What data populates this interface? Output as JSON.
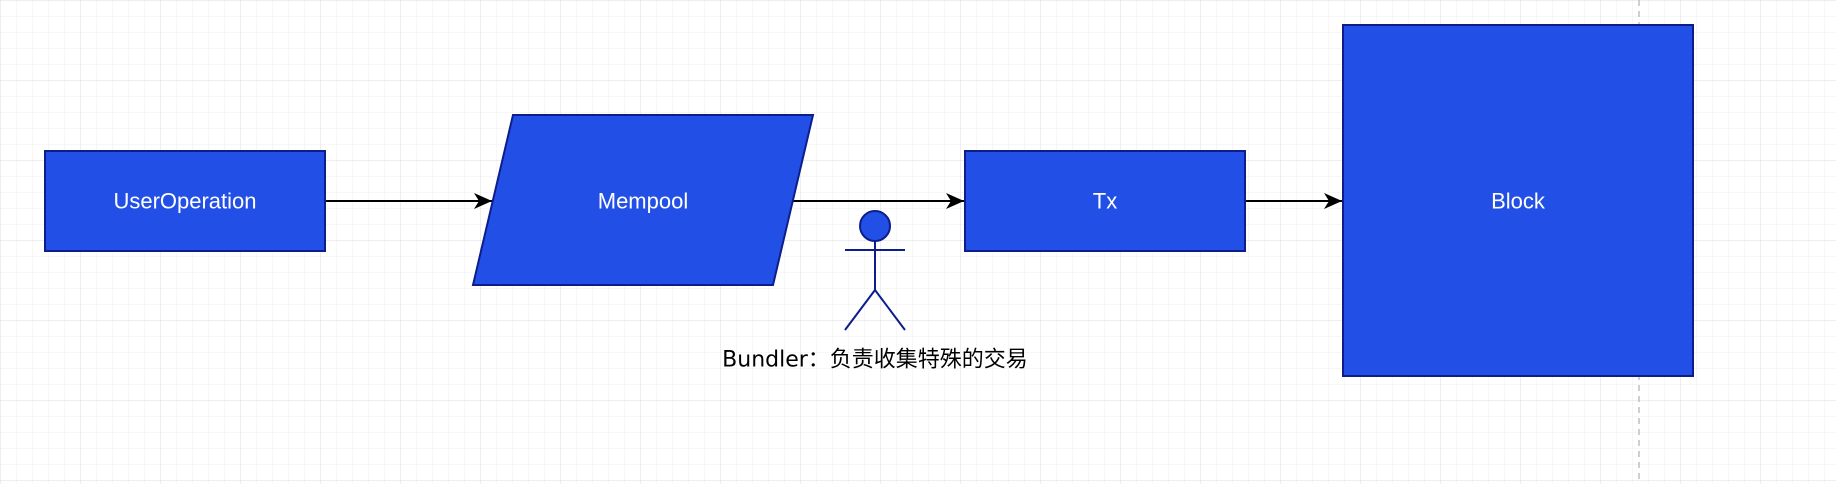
{
  "diagram": {
    "colors": {
      "shape_fill": "#2250E6",
      "shape_stroke": "#0D1E8C",
      "label_text": "#FFFFFF",
      "edge": "#000000",
      "actor": "#0D1E8C",
      "grid_minor": "#EFEFEF",
      "grid_major": "#DCDCDC",
      "guide_line": "#BFBFBF"
    },
    "nodes": {
      "user_operation": {
        "label": "UserOperation",
        "shape": "rectangle"
      },
      "mempool": {
        "label": "Mempool",
        "shape": "parallelogram"
      },
      "tx": {
        "label": "Tx",
        "shape": "rectangle"
      },
      "block": {
        "label": "Block",
        "shape": "square"
      }
    },
    "actor": {
      "label": "Bundler：负责收集特殊的交易",
      "icon": "stick-figure-icon"
    },
    "edges": [
      {
        "from": "UserOperation",
        "to": "Mempool"
      },
      {
        "from": "Mempool",
        "to": "Tx"
      },
      {
        "from": "Tx",
        "to": "Block"
      }
    ]
  }
}
